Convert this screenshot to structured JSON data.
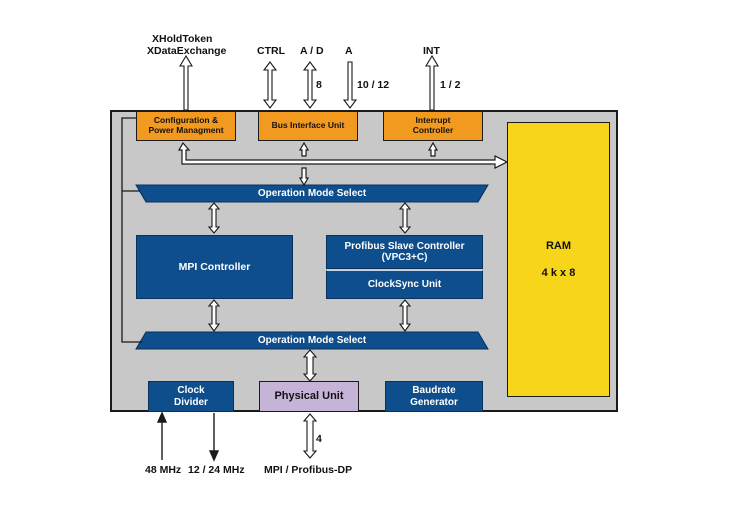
{
  "top_labels": {
    "xholdtoken": "XHoldToken",
    "xdataexchange": "XDataExchange",
    "ctrl": "CTRL",
    "ad": "A / D",
    "a": "A",
    "int": "INT",
    "bus_width_8": "8",
    "bus_width_10_12": "10 / 12",
    "int_width": "1 / 2"
  },
  "blocks": {
    "config": "Configuration & Power Managment",
    "bus_interface": "Bus Interface Unit",
    "interrupt": "Interrupt Controller",
    "ram_title": "RAM",
    "ram_size": "4 k x 8",
    "op_mode_top": "Operation Mode Select",
    "op_mode_bottom": "Operation Mode Select",
    "mpi": "MPI Controller",
    "profibus": "Profibus Slave Controller (VPC3+C)",
    "clocksync": "ClockSync Unit",
    "clock_divider": "Clock Divider",
    "physical": "Physical Unit",
    "baudrate": "Baudrate Generator"
  },
  "bottom_labels": {
    "mhz48": "48 MHz",
    "mhz12_24": "12 / 24 MHz",
    "phys_width": "4",
    "mpi_dp": "MPI / Profibus-DP"
  },
  "colors": {
    "orange": "#f29a1f",
    "blue": "#0f4e8c",
    "lavender": "#c6b3d8",
    "yellow": "#f7d51b",
    "gray": "#c8c8c8"
  }
}
